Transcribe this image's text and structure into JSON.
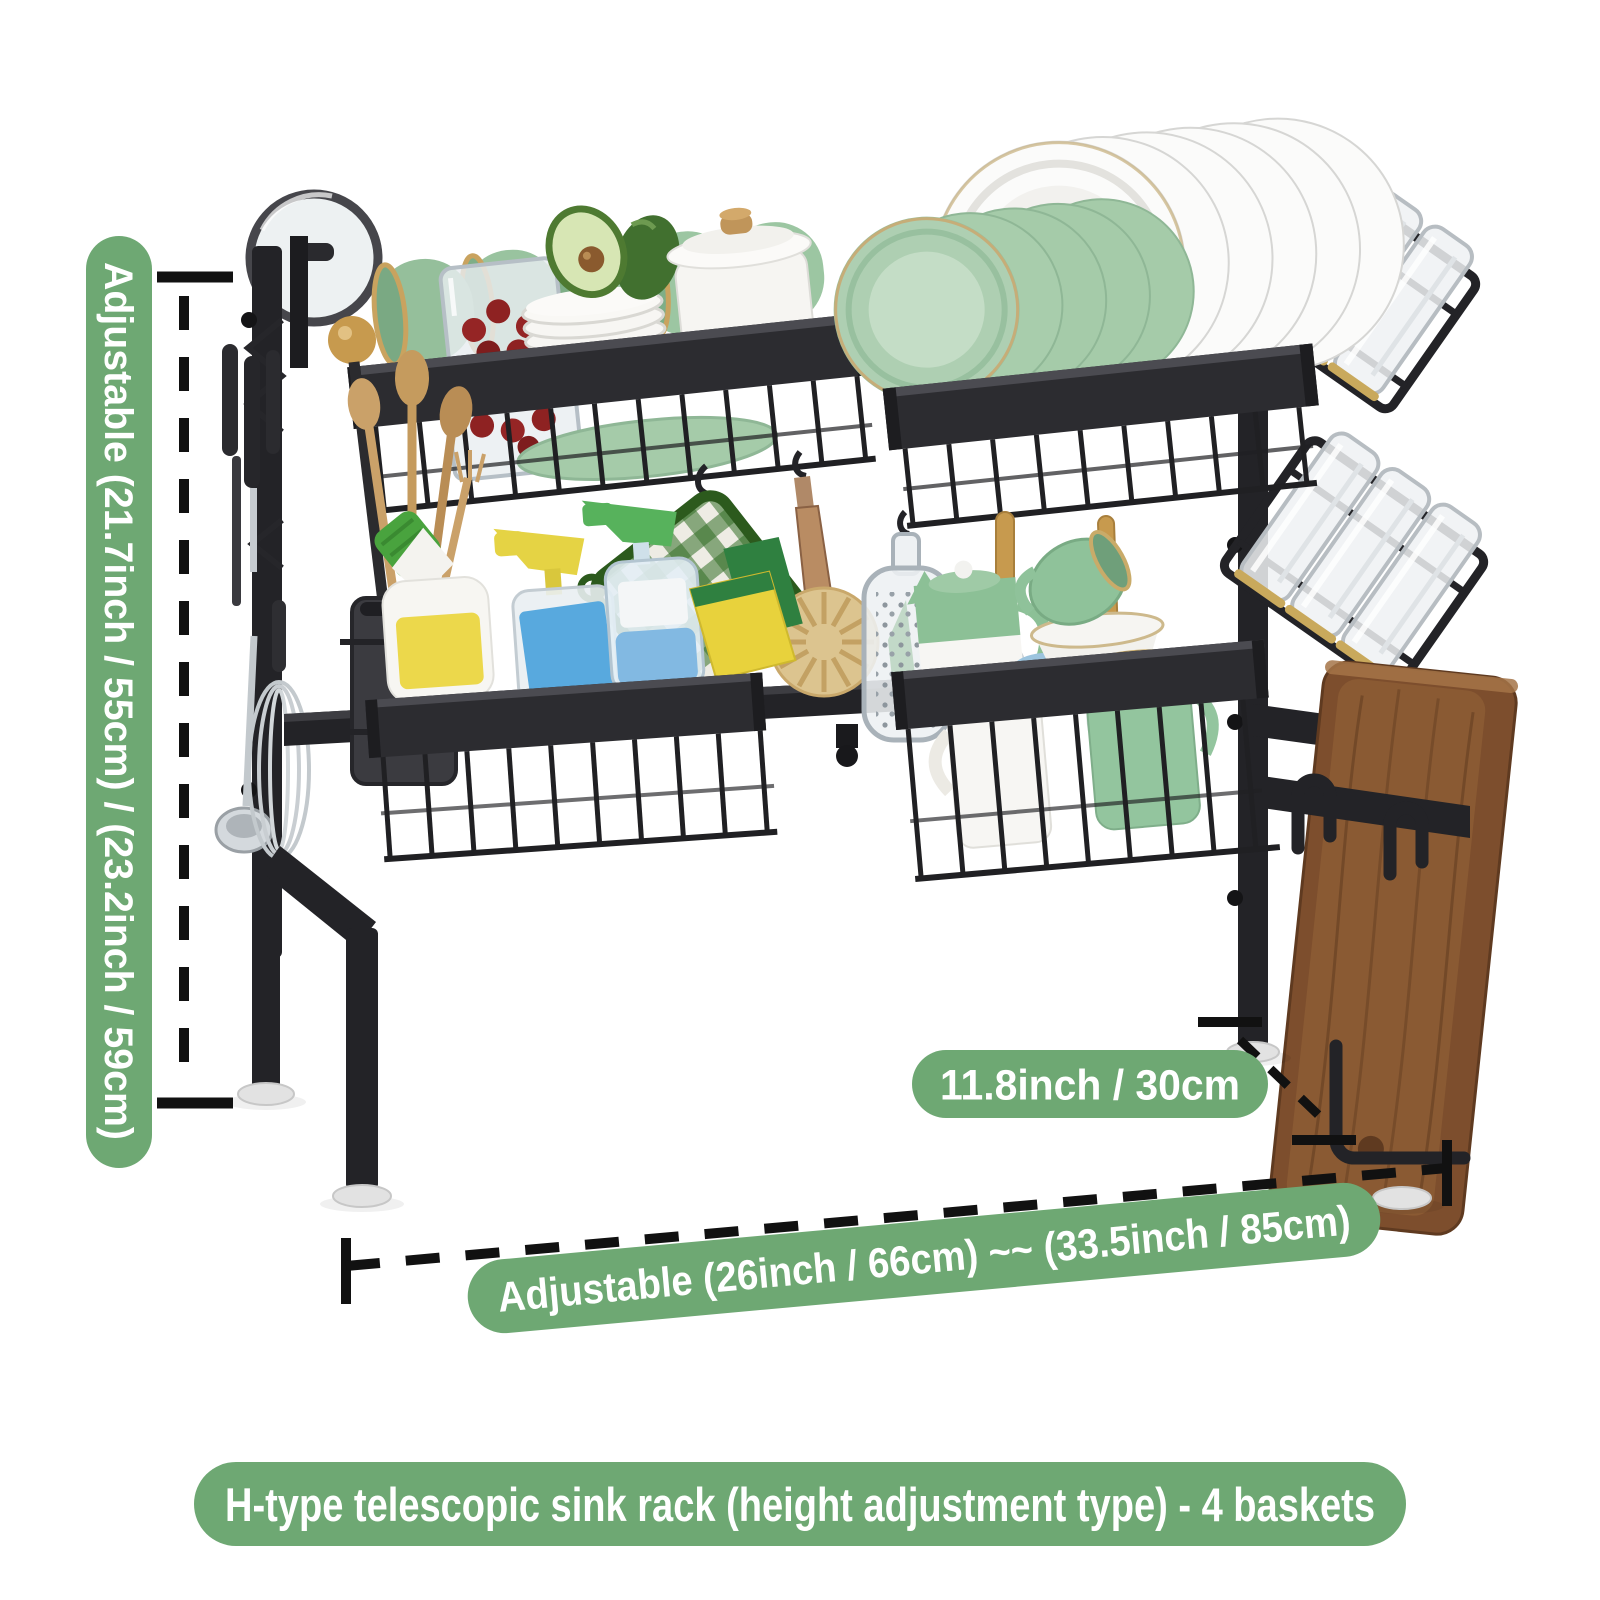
{
  "image": {
    "background": "#ffffff",
    "accent_green": "#6ea873",
    "dash_color": "#111111",
    "label_text_color": "#ffffff",
    "frame_color": "#232327",
    "dish_green": "#a5cba9",
    "wood_brown": "#7d4e2d"
  },
  "annotations": {
    "height_label": "Adjustable (21.7inch / 55cm) / (23.2inch / 59cm)",
    "depth_label": "11.8inch / 30cm",
    "width_label": "Adjustable (26inch / 66cm) ~~ (33.5inch / 85cm)",
    "caption": "H-type telescopic sink rack (height adjustment type) - 4 baskets"
  }
}
